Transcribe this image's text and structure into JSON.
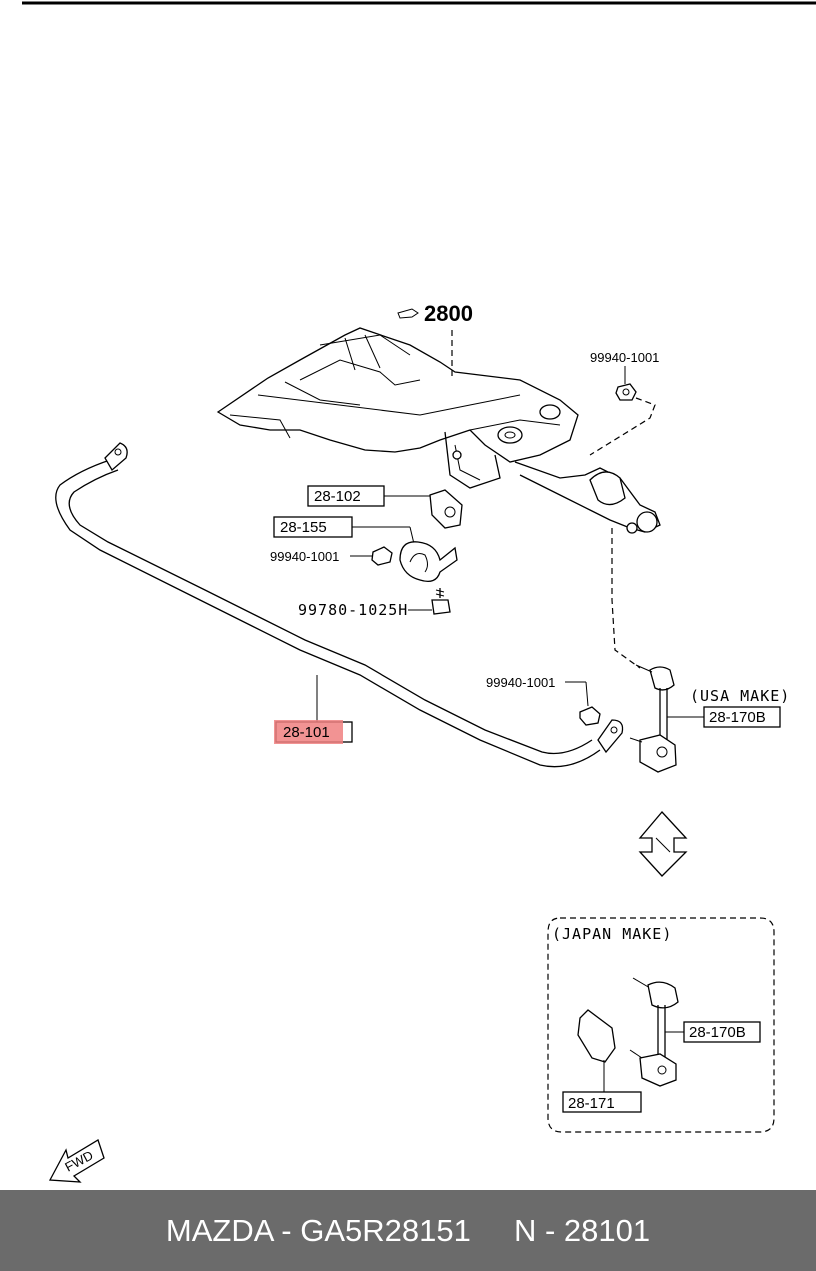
{
  "labels": {
    "group_ref": "2800",
    "nut_top": "99940-1001",
    "bushing": "28-102",
    "bracket": "28-155",
    "nut_left": "99940-1001",
    "bolt": "99780-1025H",
    "nut_bottom": "99940-1001",
    "stabilizer": "28-101",
    "usa_make": "(USA MAKE)",
    "link_usa": "28-170B",
    "japan_make": "(JAPAN MAKE)",
    "link_japan": "28-170B",
    "bracket_japan": "28-171",
    "fwd": "FWD"
  },
  "highlight_color": "#f08080",
  "footer": {
    "brand_part": "MAZDA - GA5R28151",
    "ref": "N - 28101"
  }
}
